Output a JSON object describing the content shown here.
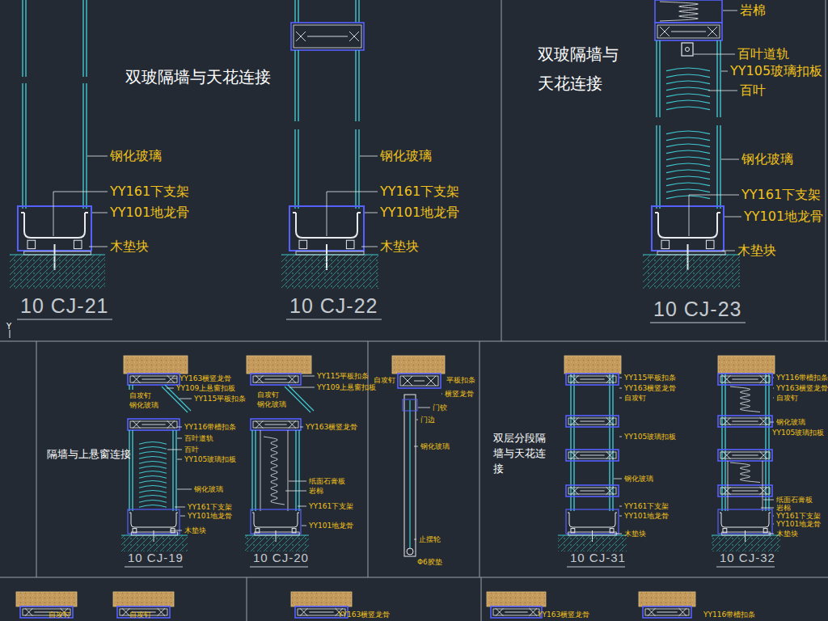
{
  "diagram": {
    "labels": [
      "双玻隔墙与天花连接",
      "钢化玻璃",
      "YY161下支架",
      "YY101地龙骨",
      "木垫块",
      "10 CJ-21",
      "钢化玻璃",
      "YY161下支架",
      "YY101地龙骨",
      "木垫块",
      "10 CJ-22",
      "双玻隔墙与 天花连接",
      "岩棉",
      "百叶道轨",
      "YY105玻璃扣板",
      "百叶",
      "钢化玻璃",
      "YY161下支架",
      "YY101地龙骨",
      "木垫块",
      "10 CJ-23",
      "Y",
      "YY163横竖龙骨",
      "YY109上悬窗扣板",
      "自攻钉",
      "YY115平板扣条",
      "钢化玻璃",
      "YY116带槽扣条",
      "百叶道轨",
      "百叶",
      "YY105玻璃扣板",
      "钢化玻璃",
      "YY161下支架",
      "YY101地龙骨",
      "木垫块",
      "隔墙与上悬窗连接",
      "10 CJ-19",
      "YY115平板扣条",
      "YY109上悬窗扣板",
      "自攻钉",
      "钢化玻璃",
      "YY163横竖龙骨",
      "纸面石膏板",
      "岩棉",
      "YY161下支架",
      "YY101地龙骨",
      "10 CJ-20",
      "自攻钉",
      "平板扣条",
      "横竖龙骨",
      "门铰",
      "门边",
      "钢化玻璃",
      "止摆轮",
      "Φ6胶垫",
      "双层分段隔 墙与天花连 接",
      "YY115平板扣条",
      "YY163横竖龙骨",
      "自攻钉",
      "YY105玻璃扣板",
      "钢化玻璃",
      "YY161下支架",
      "YY101地龙骨",
      "木垫块",
      "10 CJ-31",
      "YY116带槽扣条",
      "YY163横竖龙骨",
      "自攻钉",
      "钢化玻璃",
      "YY105玻璃扣板",
      "纸面石膏板",
      "岩棉",
      "YY161下支架",
      "YY101地龙骨",
      "木垫块",
      "10 CJ-32",
      "自攻钉",
      "自攻钉",
      "YY163横竖龙骨",
      "YY163横竖龙骨",
      "YY116带槽扣条"
    ]
  }
}
